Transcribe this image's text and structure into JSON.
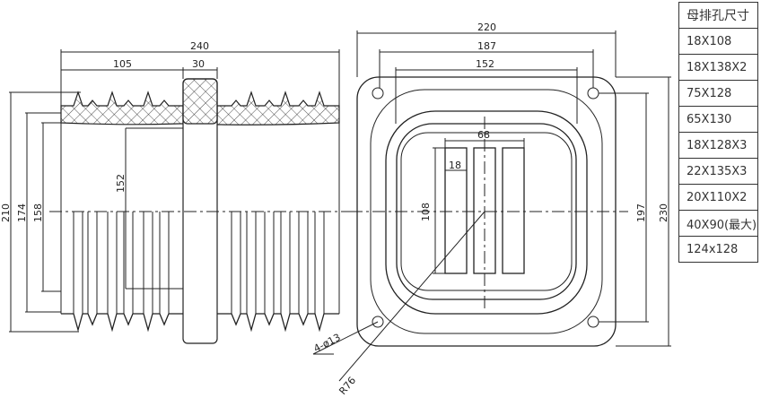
{
  "table": {
    "header": "母排孔尺寸",
    "rows": [
      "18X108",
      "18X138X2",
      "75X128",
      "65X130",
      "18X128X3",
      "22X135X3",
      "20X110X2",
      "40X90(最大)",
      "124x128"
    ]
  },
  "side_view": {
    "dims": {
      "overall_length": "240",
      "left_length": "105",
      "flange_width": "30",
      "inner_depth": "152",
      "outer_dia": "210",
      "mid_dia": "174",
      "inner_dia": "158"
    }
  },
  "front_view": {
    "dims": {
      "flange_width": "220",
      "hole_spacing_x": "187",
      "inner_width": "152",
      "slot_span": "68",
      "slot_width": "18",
      "slot_height": "108",
      "hole_spacing_y": "197",
      "flange_height": "230"
    },
    "hole_note": "4-ø13",
    "radius_note": "R76"
  }
}
